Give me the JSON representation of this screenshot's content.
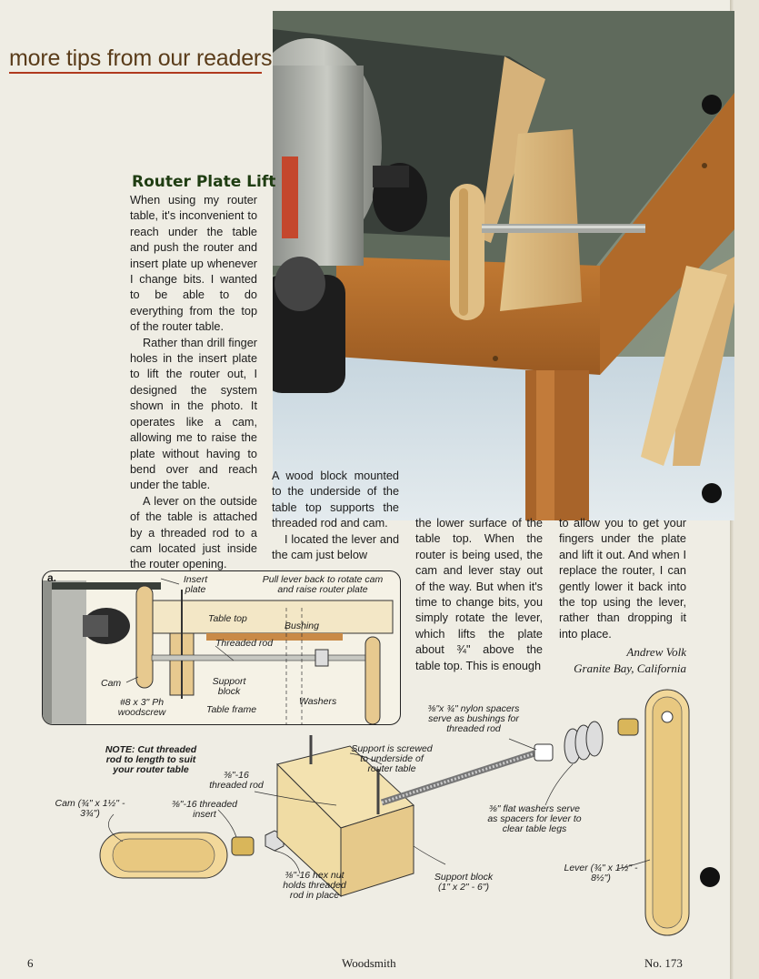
{
  "header": {
    "section": "more tips from our readers"
  },
  "article": {
    "title": "Router Plate Lift",
    "paragraphs": [
      "When using my router table, it's inconvenient to reach under the table and push the router and insert plate up whenever I change bits. I wanted to be able to do everything from the top of the router table.",
      "Rather than drill finger holes in the insert plate to lift the router out, I designed the system shown in the photo. It operates like a cam, allowing me to raise the plate without having to bend over and reach under the table.",
      "A lever on the outside of the table is attached by a threaded rod to a cam located just inside the router opening.",
      "A wood block mounted to the underside of the table top supports the threaded rod and cam.",
      "I located the lever and the cam just below",
      "the lower surface of the table top. When the router is being used, the cam and lever stay out of the way. But when it's time to change bits, you simply rotate the lever, which lifts the plate about ¾\" above the table top. This is enough",
      "to allow you to get your fingers under the plate and lift it out. And when I replace the router, I can gently lower it back into the top using the lever, rather than dropping it into place."
    ],
    "author": "Andrew Volk",
    "location": "Granite Bay, California"
  },
  "figure_a": {
    "letter": "a.",
    "labels": {
      "insert_plate": "Insert plate",
      "pull_lever": "Pull lever back to rotate cam and raise router plate",
      "table_top": "Table top",
      "bushing": "Bushing",
      "threaded_rod": "Threaded rod",
      "cam": "Cam",
      "support_block": "Support block",
      "washers": "Washers",
      "woodscrew": "#8 x 3\" Ph woodscrew",
      "table_frame": "Table frame"
    }
  },
  "exploded": {
    "note": "NOTE: Cut threaded rod to length to suit your router table",
    "threaded_rod": "⅜\"-16 threaded rod",
    "cam": "Cam (¾\" x 1½\" - 3¾\")",
    "threaded_insert": "⅜\"-16 threaded insert",
    "support_screwed": "Support is screwed to underside of router table",
    "nylon_spacers": "⅜\"x ¾\" nylon spacers serve as bushings for threaded rod",
    "flat_washers": "⅜\" flat washers serve as spacers for lever to clear table legs",
    "hex_nut": "⅜\"-16 hex nut holds threaded rod in place",
    "support_block": "Support block (1\" x 2\" - 6\")",
    "lever": "Lever (¾\" x 1½\" - 8½\")"
  },
  "footer": {
    "page": "6",
    "magazine": "Woodsmith",
    "issue": "No. 173"
  }
}
